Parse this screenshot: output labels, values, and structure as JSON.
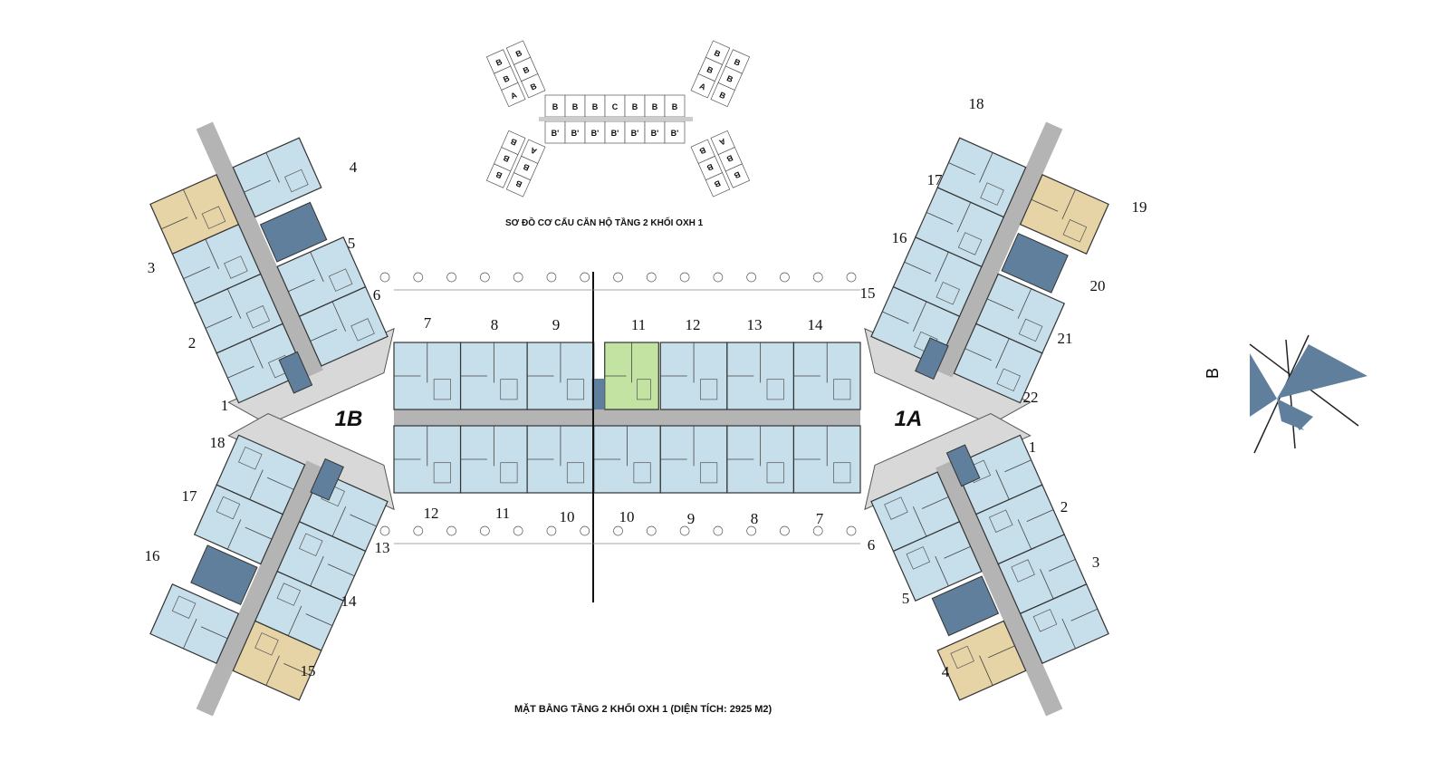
{
  "titles": {
    "structure_diagram": "SƠ ĐỒ CƠ CẤU CĂN HỘ TẦNG 2 KHỐI OXH 1",
    "floor_plan": "MẶT BẰNG TẦNG 2 KHỐI OXH 1 (DIỆN TÍCH: 2925 M2)"
  },
  "blocks": {
    "left": "1B",
    "right": "1A"
  },
  "colors": {
    "unit": "#c6dfea",
    "unit_alt": "#e6d3a6",
    "unit_green": "#c2e3a2",
    "corridor": "#b4b4b4",
    "stair": "#5f7f9c",
    "lobby": "#d8d8d8"
  },
  "center_top_labels": [
    "8",
    "9",
    "11",
    "12",
    "13",
    "14"
  ],
  "center_bottom_labels": [
    "12",
    "11",
    "10",
    "10",
    "9",
    "8",
    "7"
  ],
  "block_1b_labels": [
    "4",
    "5",
    "6",
    "7",
    "3",
    "2",
    "1",
    "18",
    "17",
    "16",
    "13",
    "14",
    "15"
  ],
  "block_1a_labels": [
    "15",
    "18",
    "17",
    "16",
    "19",
    "20",
    "21",
    "22",
    "1",
    "2",
    "3",
    "6",
    "5",
    "4"
  ],
  "mini_plan": {
    "top_row": [
      "B",
      "B",
      "B",
      "C",
      "B",
      "B",
      "B"
    ],
    "bottom_row": [
      "B'",
      "B'",
      "B'",
      "B'",
      "B'",
      "B'",
      "B'"
    ],
    "wing_labels": [
      "A",
      "B",
      "B",
      "B",
      "B",
      "B"
    ]
  },
  "compass": {
    "section_label": "B"
  }
}
